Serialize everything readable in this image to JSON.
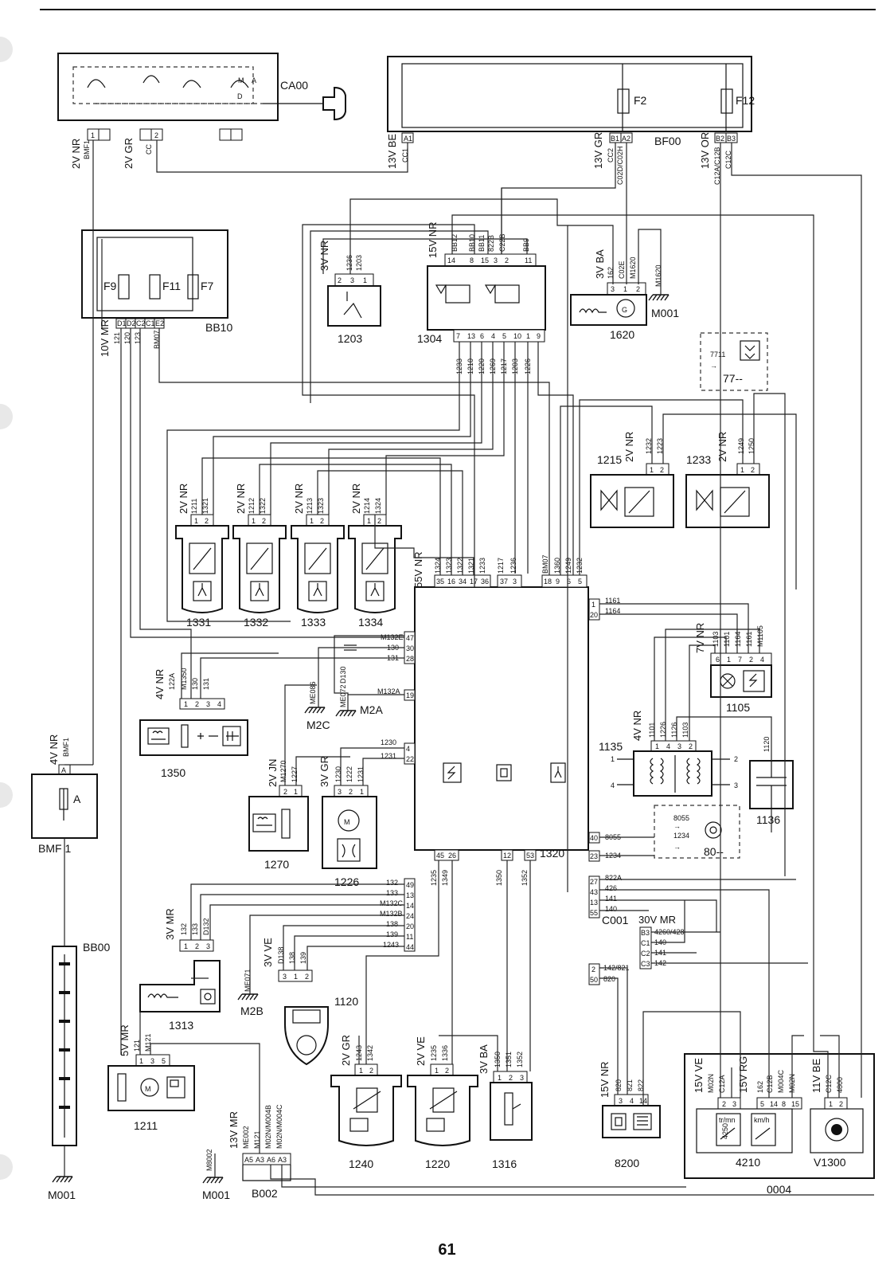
{
  "page_number": "61",
  "components": {
    "CA00": "CA00",
    "BF00": "BF00",
    "BB10": "BB10",
    "BB00": "BB00",
    "BMF1": "BMF 1",
    "c1203": "1203",
    "c1304": "1304",
    "c1620": "1620",
    "M001_top": "M001",
    "c77": "77--",
    "c7711": "7711",
    "c1215": "1215",
    "c1233": "1233",
    "c1331": "1331",
    "c1332": "1332",
    "c1333": "1333",
    "c1334": "1334",
    "c1105": "1105",
    "c1135": "1135",
    "c1136": "1136",
    "c1350": "1350",
    "c1270": "1270",
    "c1226": "1226",
    "c80": "80--",
    "c8055a": "8055",
    "c1234a": "1234",
    "C001": "C001",
    "c1320": "1320",
    "c1313": "1313",
    "c1120": "1120",
    "M2A": "M2A",
    "M2B": "M2B",
    "M2C": "M2C",
    "c1211": "1211",
    "c1240": "1240",
    "c1220": "1220",
    "c1316": "1316",
    "c8200": "8200",
    "c4210": "4210",
    "V1300": "V1300",
    "c0004": "0004",
    "M001_a": "M001",
    "M001_b": "M001",
    "B002": "B002",
    "fuseF2": "F2",
    "fuseF12": "F12",
    "fuseF9": "F9",
    "fuseF11": "F11",
    "fuseF7": "F7",
    "fuseA": "A"
  },
  "connector_specs": {
    "CA00_1": "2V NR",
    "CA00_2": "2V GR",
    "BF00_A": "13V BE",
    "BF00_B": "13V GR",
    "BF00_C": "13V OR",
    "BB10": "10V MR",
    "BMF1": "4V NR",
    "c1203": "3V NR",
    "c1304": "15V NR",
    "c1620": "3V BA",
    "c1215": "2V NR",
    "c1233": "2V NR",
    "c1331": "2V NR",
    "c1332": "2V NR",
    "c1333": "2V NR",
    "c1334": "2V NR",
    "c1320": "55V NR",
    "c1105": "7V NR",
    "c1135": "4V NR",
    "c1350": "4V NR",
    "c1270": "2V JN",
    "c1226": "3V GR",
    "C001": "30V MR",
    "c1313": "3V MR",
    "c1120": "3V VE",
    "c1211": "5V MR",
    "c1240": "2V GR",
    "c1220": "2V VE",
    "c1316": "3V BA",
    "c8200": "15V NR",
    "c4210a": "15V VE",
    "c4210b": "15V RG",
    "V1300": "11V BE",
    "B002": "13V MR"
  },
  "wires": {
    "BMF1w": "BMF1",
    "CC": "CC",
    "CC1": "CC1",
    "CC2": "CC2",
    "C02D": "C02D/C02H",
    "C12A": "C12A/C12B",
    "C12C": "C12C",
    "w1236": "1236",
    "w1203": "1203",
    "BB12": "BB12",
    "BB10w": "BB10",
    "BB11": "BB11",
    "w822B": "822B",
    "C22B": "C22B",
    "BB9": "BB9",
    "w162": "162",
    "C02E": "C02E",
    "M1620": "M1620",
    "M1620b": "M1620",
    "w121": "121",
    "w120": "120",
    "w123": "123",
    "BM07": "BM07",
    "w1233": "1233",
    "w1210": "1210",
    "w1220": "1220",
    "w1269": "1269",
    "w1217": "1217",
    "w1203b": "1203",
    "w1226": "1226",
    "w1232": "1232",
    "w1223": "1223",
    "w1249": "1249",
    "w1250": "1250",
    "w1211": "1211",
    "w1321": "1321",
    "w1212": "1212",
    "w1322": "1322",
    "w1213": "1213",
    "w1323": "1323",
    "w1214": "1214",
    "w1324": "1324",
    "e1324": "1324",
    "e1323": "1323",
    "e1322": "1322",
    "e1321": "1321",
    "e1233": "1233",
    "e1217": "1217",
    "e1236": "1236",
    "eBM07": "BM07",
    "e1360": "1360",
    "e1249": "1249",
    "e1232": "1232",
    "w1161": "1161",
    "w1164": "1164",
    "w1103": "1103",
    "w1101": "1101",
    "w1164b": "1164",
    "w1161b": "1161",
    "M1105": "M1105",
    "M132E": "M132E",
    "w130": "130",
    "w131": "131",
    "M132A": "M132A",
    "ME086": "ME086",
    "ME072": "ME072",
    "D130": "D130",
    "w122A": "122A",
    "M1350": "M1350",
    "w130b": "130",
    "w131b": "131",
    "w1101b": "1101",
    "w1226b": "1226",
    "w1126": "1126",
    "w1103b": "1103",
    "w1120": "1120",
    "w1230": "1230",
    "w1231": "1231",
    "M1270": "M1270",
    "w1227": "1227",
    "w1230b": "1230",
    "w1222": "1222",
    "w1231b": "1231",
    "w8055": "8055",
    "w1234": "1234",
    "w822A": "822A",
    "w426": "426",
    "w141": "141",
    "w140": "140",
    "w4260": "4260/428",
    "w140b": "140",
    "w141b": "141",
    "w142": "142",
    "w142b": "142/821",
    "w820": "820",
    "w132": "132",
    "w133": "133",
    "M132C": "M132C",
    "M132B": "M132B",
    "w138": "138",
    "w139": "139",
    "w1243": "1243",
    "w132b": "132",
    "w133b": "133",
    "D132": "D132",
    "ME071": "ME071",
    "D138": "D138",
    "w138b": "138",
    "w139b": "139",
    "w1235": "1235",
    "w1349": "1349",
    "w1350": "1350",
    "w1352": "1352",
    "w1243b": "1243",
    "w1342": "1342",
    "w1235b": "1235",
    "w1336": "1336",
    "w1350b": "1350",
    "w1351": "1351",
    "w1352b": "1352",
    "w121b": "121",
    "M121": "M121",
    "w820b": "820",
    "w821": "821",
    "w822": "822",
    "M02N": "M02N",
    "C12A2": "C12A",
    "w162b": "162",
    "C12B": "C12B",
    "M004C": "M004C",
    "M02N2": "M02N",
    "C12C2": "C12C",
    "w4800": "4800",
    "w4250": "4250",
    "ME002": "ME002",
    "M121b": "M121",
    "M02N_M004B": "M02N/M004B",
    "M02N_M004C": "M02N/M004C",
    "M8002": "M8002"
  },
  "pins": {
    "CA00": [
      "1",
      "2"
    ],
    "BF00_A": [
      "A1"
    ],
    "BF00_B": [
      "B1",
      "A2"
    ],
    "BF00_C": [
      "B2",
      "B3"
    ],
    "BB10": [
      "D1",
      "D2",
      "C2",
      "C1",
      "E2"
    ],
    "c1203": [
      "2",
      "3",
      "1"
    ],
    "c1304_top": [
      "14",
      "8",
      "15",
      "3",
      "2",
      "11"
    ],
    "c1304_bot": [
      "7",
      "13",
      "6",
      "4",
      "5",
      "10",
      "1",
      "9"
    ],
    "c1620": [
      "3",
      "1",
      "2"
    ],
    "c1215": [
      "1",
      "2"
    ],
    "c1233": [
      "1",
      "2"
    ],
    "inj": [
      "1",
      "2"
    ],
    "ecu_top_a": [
      "35",
      "16",
      "34",
      "17",
      "36"
    ],
    "ecu_top_b": [
      "37",
      "3"
    ],
    "ecu_top_c": [
      "18",
      "9",
      "6",
      "5"
    ],
    "ecu_left_a": [
      "47",
      "30",
      "28",
      "19",
      "4",
      "22"
    ],
    "ecu_left_b": [
      "49",
      "13",
      "14",
      "24",
      "20",
      "11",
      "44"
    ],
    "ecu_right": [
      "1",
      "20",
      "40",
      "23",
      "27",
      "43",
      "13",
      "55",
      "2",
      "50"
    ],
    "ecu_bot": [
      "45",
      "26",
      "12",
      "53"
    ],
    "c1105": [
      "6",
      "1",
      "7",
      "2",
      "4"
    ],
    "c1135": [
      "1",
      "4",
      "3",
      "2"
    ],
    "c1350": [
      "1",
      "2",
      "3",
      "4"
    ],
    "c1270": [
      "2",
      "1"
    ],
    "c1226": [
      "3",
      "2",
      "1"
    ],
    "C001": [
      "B3",
      "C1",
      "C2",
      "C3"
    ],
    "c1313": [
      "1",
      "2",
      "3"
    ],
    "c1120": [
      "3",
      "1",
      "2"
    ],
    "c1211": [
      "1",
      "3",
      "5"
    ],
    "c1240": [
      "1",
      "2"
    ],
    "c1220": [
      "1",
      "2"
    ],
    "c1316": [
      "1",
      "2",
      "3"
    ],
    "c8200": [
      "3",
      "4",
      "14"
    ],
    "c4210a": [
      "2",
      "3"
    ],
    "c4210b": [
      "5",
      "14",
      "8",
      "15"
    ],
    "V1300": [
      "1",
      "2"
    ],
    "B002": [
      "A5",
      "A3",
      "A6",
      "A3"
    ],
    "BMF1": [
      "A"
    ],
    "tr_left": [
      "1",
      "4"
    ],
    "tr_right": [
      "2",
      "3"
    ]
  },
  "gauge_labels": {
    "rpm": "tr/mn",
    "speed": "km/h"
  }
}
